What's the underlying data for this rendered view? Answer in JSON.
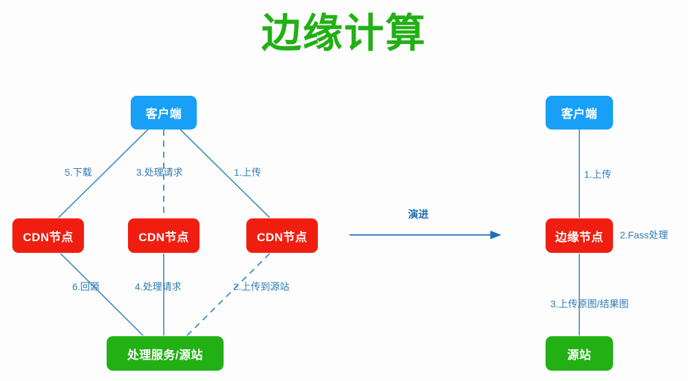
{
  "title": "边缘计算",
  "colors": {
    "title": "#22b014",
    "client": "#18a0f7",
    "node": "#f01e10",
    "origin": "#22b014",
    "edge_line": "#3e87bd",
    "edge_label": "#2f7cb5",
    "background": "#fdfdfd"
  },
  "left_diagram": {
    "nodes": {
      "client": "客户端",
      "cdn_left": "CDN节点",
      "cdn_center": "CDN节点",
      "cdn_right": "CDN节点",
      "origin": "处理服务/源站"
    },
    "edge_labels": {
      "download": "5.下载",
      "handle_request_top": "3.处理请求",
      "upload": "1.上传",
      "back_to_source": "6.回源",
      "handle_request_bottom": "4.处理请求",
      "upload_to_origin": "2.上传到源站"
    }
  },
  "transition": {
    "label": "演进"
  },
  "right_diagram": {
    "nodes": {
      "client": "客户端",
      "edge_node": "边缘节点",
      "origin": "源站"
    },
    "edge_labels": {
      "upload": "1.上传",
      "fass_process": "2.Fass处理",
      "upload_images": "3.上传原图/结果图"
    }
  }
}
